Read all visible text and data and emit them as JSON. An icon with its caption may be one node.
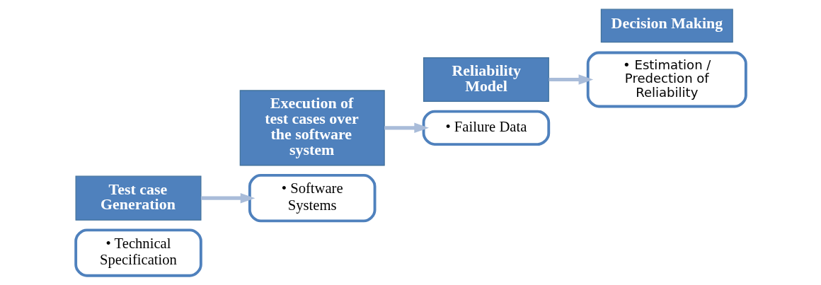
{
  "diagram": {
    "nodes": [
      {
        "text": [
          "• Technical Specification"
        ]
      },
      {
        "text": [
          "Test case Generation"
        ]
      },
      {
        "text": [
          "• Software Systems"
        ]
      },
      {
        "text": [
          "Execution of test cases over the software system"
        ]
      },
      {
        "text": [
          "• Failure Data"
        ]
      },
      {
        "text": [
          "Reliability Model"
        ]
      },
      {
        "text": [
          "Decision Making"
        ]
      },
      {
        "text": [
          "• Estimation / Predection of Reliability"
        ]
      }
    ],
    "edges": [
      {
        "from": 1,
        "to": 2,
        "arrow": "to"
      },
      {
        "from": 3,
        "to": 4,
        "arrow": "to"
      },
      {
        "from": 5,
        "to": 7,
        "arrow": "to"
      }
    ]
  }
}
